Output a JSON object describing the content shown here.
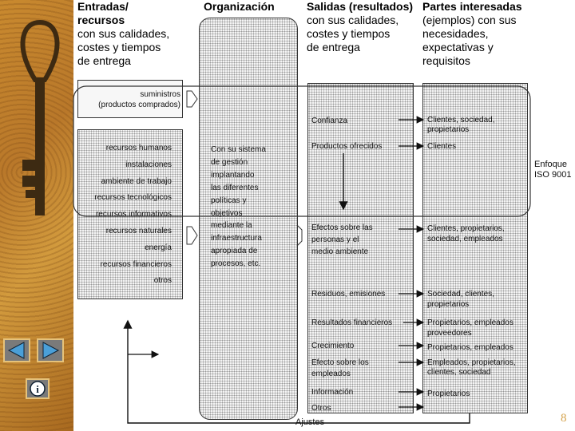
{
  "headers": {
    "inputs_title": "Entradas/",
    "inputs_title2": "recursos",
    "inputs_sub": [
      "con sus calidades,",
      "costes y tiempos",
      "de entrega"
    ],
    "org_title": "Organización",
    "outputs_title": "Salidas (resultados)",
    "outputs_sub": [
      "con sus calidades,",
      "costes y tiempos",
      "de entrega"
    ],
    "parties_title": "Partes interesadas",
    "parties_sub": [
      "(ejemplos) con sus",
      "necesidades,",
      "expectativas y",
      "requisitos"
    ]
  },
  "supplies": [
    "suministros",
    "(productos comprados)"
  ],
  "resources": [
    "recursos humanos",
    "instalaciones",
    "ambiente de trabajo",
    "recursos tecnológicos",
    "recursos informativos",
    "recursos naturales",
    "energía",
    "recursos financieros",
    "otros"
  ],
  "organization_text": [
    "Con su sistema",
    "de gestión",
    "implantando",
    "las diferentes",
    "políticas y",
    "objetivos",
    "mediante la",
    "infraestructura",
    "apropiada de",
    "procesos, etc."
  ],
  "outputs": {
    "o1": "Confianza",
    "o2": "Productos ofrecidos",
    "o3": [
      "Efectos sobre las",
      "personas y el",
      "medio ambiente"
    ],
    "o4": "Residuos, emisiones",
    "o5": "Resultados financieros",
    "o6": "Crecimiento",
    "o7": [
      "Efecto sobre los",
      "empleados"
    ],
    "o8": "Información",
    "o9": "Otros"
  },
  "parties": {
    "p1": [
      "Clientes, sociedad,",
      "propietarios"
    ],
    "p2": "Clientes",
    "p3": [
      "Clientes, propietarios,",
      "sociedad, empleados"
    ],
    "p4": [
      "Sociedad, clientes,",
      "propietarios"
    ],
    "p5": [
      "Propietarios, empleados",
      "proveedores"
    ],
    "p6": "Propietarios, empleados",
    "p7": [
      "Empleados, propietarios,",
      "clientes, sociedad"
    ],
    "p8": "Propietarios"
  },
  "focus_label": [
    "Enfoque",
    "ISO 9001"
  ],
  "feedback_label": "Ajustes",
  "page_number": "8",
  "colors": {
    "sidebar": "#c98a2f",
    "button": "#7a7a7a",
    "page_number": "#d4a24a"
  },
  "icons": {
    "prev": "triangle-left-icon",
    "next": "triangle-right-icon",
    "info": "info-icon",
    "key": "key-icon"
  }
}
